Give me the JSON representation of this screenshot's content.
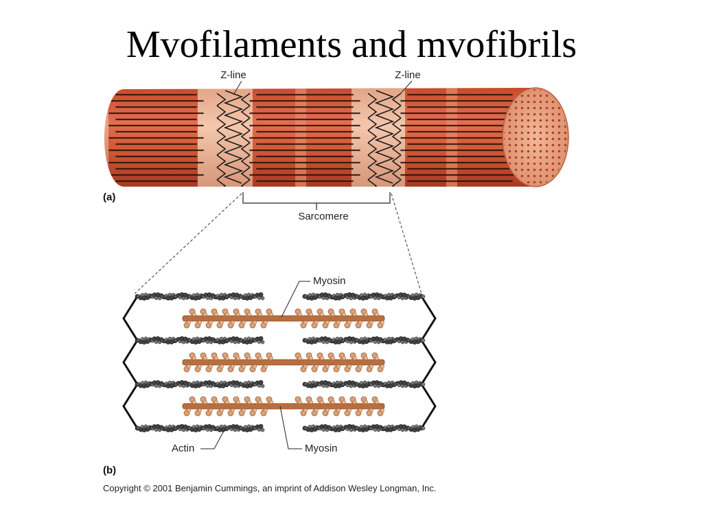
{
  "title": "Mvofilaments and mvofibrils",
  "panel_a": {
    "label": "(a)",
    "z_line_left": "Z-line",
    "z_line_right": "Z-line",
    "sarcomere": "Sarcomere"
  },
  "panel_b": {
    "label": "(b)",
    "myosin_top": "Myosin",
    "myosin_bottom": "Myosin",
    "actin": "Actin"
  },
  "copyright": "Copyright © 2001 Benjamin Cummings, an imprint of Addison Wesley Longman, Inc.",
  "colors": {
    "muscle": "#d9623f",
    "muscle_light": "#eaa48a",
    "myosin": "#c07a4a",
    "actin": "#3a3a3a"
  }
}
